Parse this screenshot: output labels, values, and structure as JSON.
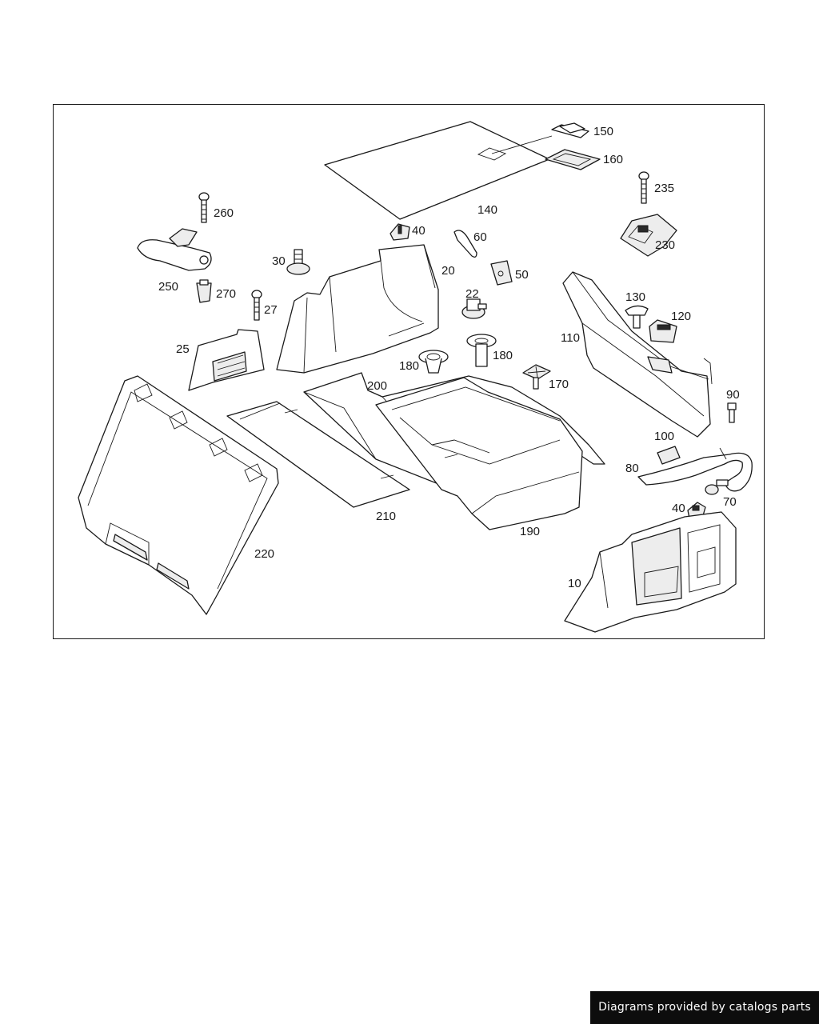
{
  "callouts": [
    "150",
    "160",
    "235",
    "140",
    "260",
    "40",
    "60",
    "230",
    "30",
    "20",
    "50",
    "250",
    "270",
    "22",
    "130",
    "27",
    "120",
    "110",
    "25",
    "180",
    "180",
    "200",
    "170",
    "90",
    "100",
    "80",
    "40",
    "70",
    "210",
    "190",
    "220",
    "10"
  ],
  "watermark": "Diagrams provided by catalogs parts"
}
